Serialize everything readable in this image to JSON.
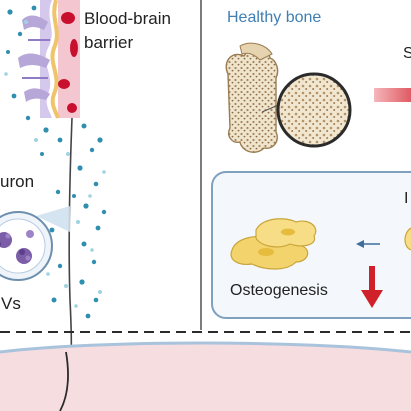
{
  "labels": {
    "blood_brain_1": "Blood-brain",
    "blood_brain_2": "barrier",
    "neuron": "uron",
    "evs": "Vs",
    "healthy_bone": "Healthy bone",
    "osteogenesis": "Osteogenesis",
    "cut_right_top": "S",
    "cut_right_mid": "I"
  },
  "colors": {
    "vessel_pink": "#f4c7d0",
    "membrane_lavender": "#b7a7d9",
    "membrane_orange": "#efc46a",
    "red_blood_cell": "#c8102e",
    "ev_blue": "#2f8fae",
    "ev_light": "#9fd3e2",
    "bone_tan": "#e6d3b0",
    "osteo_yellow": "#f3d36b",
    "down_arrow_red": "#d0202a",
    "panel_border": "#7fa0bf",
    "skin_pink": "#f6dde0",
    "skin_blue": "#a9c3dd",
    "healthy_blue": "#3f7fb3"
  },
  "icons": [
    "down-arrow-icon",
    "left-arrow-icon",
    "magnifier-circle-icon"
  ]
}
